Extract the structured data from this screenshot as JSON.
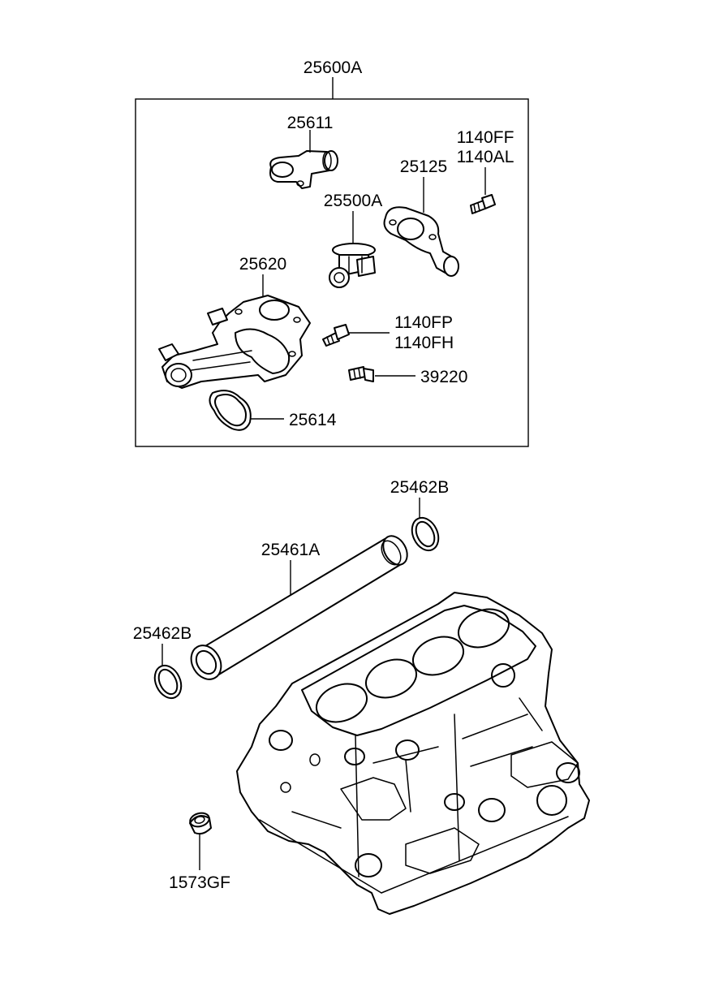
{
  "diagram": {
    "labels": {
      "assembly": "25600A",
      "outlet_fitting": "25611",
      "bolt_top": "1140FF",
      "bolt_top_alt": "1140AL",
      "inlet_fitting": "25125",
      "thermostat": "25500A",
      "housing": "25620",
      "bolt_mid": "1140FP",
      "bolt_mid_alt": "1140FH",
      "sensor": "39220",
      "gasket": "25614",
      "oring_right": "25462B",
      "pipe": "25461A",
      "oring_left": "25462B",
      "plug": "1573GF"
    }
  }
}
